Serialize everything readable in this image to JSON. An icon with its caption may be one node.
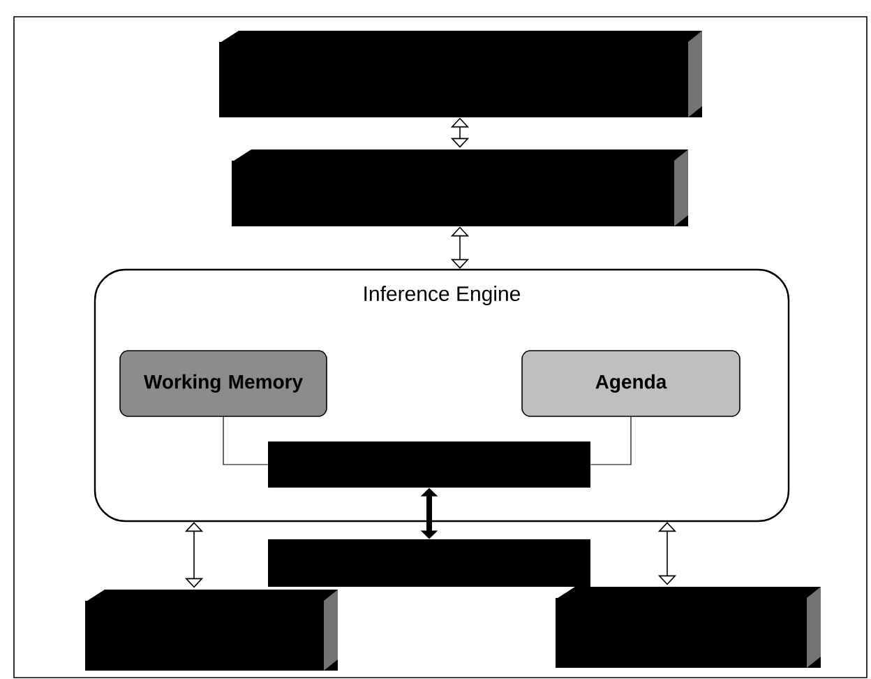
{
  "diagram": {
    "nodes": [
      {
        "text": [],
        "shape": "box"
      },
      {
        "text": [],
        "shape": "box"
      },
      {
        "text": [
          "Inference Engine"
        ]
      },
      {
        "text": [
          "Working Memory"
        ],
        "in": 2
      },
      {
        "text": [
          "Agenda"
        ],
        "in": 2
      },
      {
        "text": [],
        "shape": "bar",
        "in": 2
      },
      {
        "text": [],
        "shape": "bar"
      },
      {
        "text": [],
        "shape": "box"
      },
      {
        "text": [],
        "shape": "box"
      }
    ],
    "edges": [
      {
        "from": 0,
        "to": 1,
        "arrow": "both"
      },
      {
        "from": 1,
        "to": 2,
        "arrow": "both"
      },
      {
        "from": 3,
        "to": 5,
        "arrow": "none"
      },
      {
        "from": 4,
        "to": 5,
        "arrow": "none"
      },
      {
        "from": 5,
        "to": 6,
        "arrow": "both",
        "style": "thick"
      },
      {
        "from": 7,
        "to": 2,
        "arrow": "both"
      },
      {
        "from": 8,
        "to": 2,
        "arrow": "both"
      }
    ]
  }
}
